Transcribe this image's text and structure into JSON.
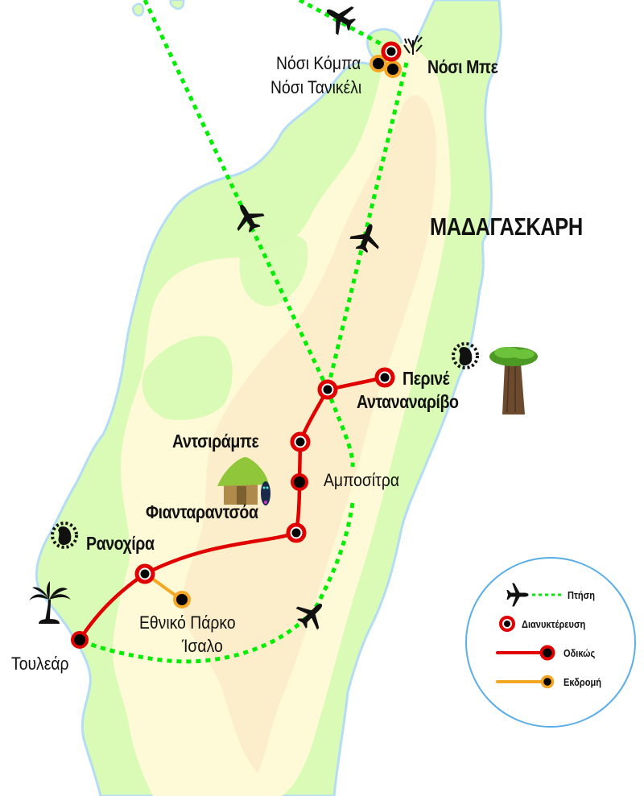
{
  "map": {
    "title": "ΜΑΔΑΓΑΣΚΑΡΗ",
    "colors": {
      "sea": "#ffffff",
      "coast": "#b4dcf5",
      "lowland": "#d9fbb5",
      "plateau": "#fef9d6",
      "highland": "#fdeecb",
      "flight": "#00ee00",
      "road": "#e00000",
      "excursion": "#f5a623",
      "marker_center": "#000000"
    },
    "places": {
      "nosy_komba": "Νόσι Κόμπα",
      "nosy_tanikely": "Νόσι Τανικέλι",
      "nosy_be": "Νόσι Μπε",
      "perine": "Περινέ",
      "antananarivo": "Ανταναναρίβο",
      "antsirabe": "Αντσιράμπε",
      "ambositra": "Αμποσίτρα",
      "fianarantsoa": "Φιανταραντσόα",
      "ranohira": "Ρανοχίρα",
      "isalo": "Εθνικό Πάρκο",
      "isalo2": "Ίσαλο",
      "tulear": "Τουλεάρ"
    },
    "icons": [
      "airplane-icon",
      "coral-icon",
      "lemur-icon",
      "baobab-tree-icon",
      "hut-icon",
      "mask-icon",
      "palm-tree-icon"
    ]
  },
  "legend": {
    "flight": "Πτήση",
    "overnight": "Διανυκτέρευση",
    "road": "Οδικώς",
    "excursion": "Εκδρομή"
  }
}
